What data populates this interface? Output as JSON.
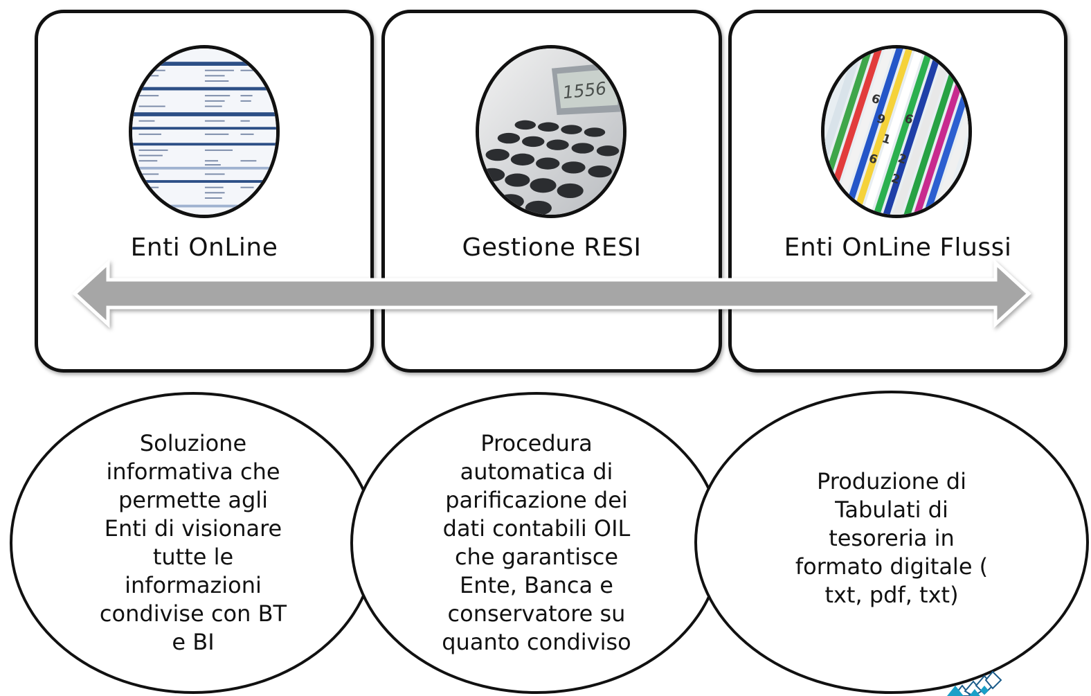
{
  "panels": [
    {
      "label": "Enti OnLine",
      "image": "report-document-image"
    },
    {
      "label": "Gestione RESI",
      "image": "calculator-image"
    },
    {
      "label": "Enti OnLine Flussi",
      "image": "file-folder-tabs-image"
    }
  ],
  "calculator_display": "1556",
  "descriptions": [
    "Soluzione\ninformativa che\npermette agli\nEnti di visionare\ntutte le\ninformazioni\ncondivise con BT\ne BI",
    "Procedura\nautomatica di\nparificazione dei\ndati contabili OIL\nche garantisce\nEnte, Banca e\nconservatore su\nquanto condiviso",
    "Produzione di\nTabulati di\ntesoreria in\nformato digitale (\ntxt, pdf, txt)"
  ],
  "arrow": {
    "type": "double-headed-arrow",
    "color": "#a6a6a6"
  },
  "colors": {
    "border": "#111111",
    "arrow_fill": "#a6a6a6",
    "logo_accent": "#1aa0c8"
  }
}
